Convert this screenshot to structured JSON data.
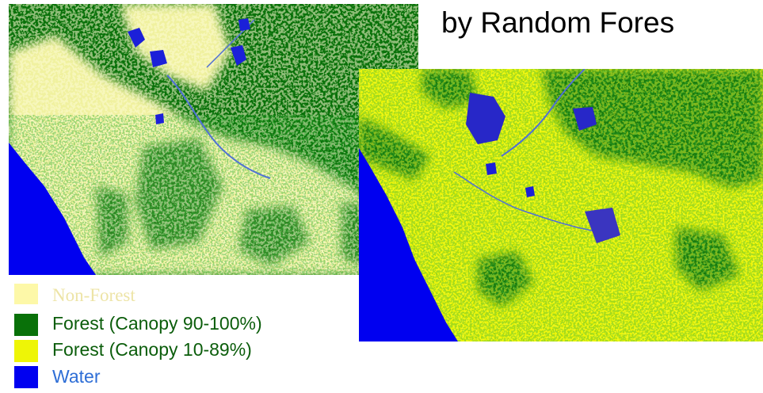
{
  "slide": {
    "title": "by Random Fores"
  },
  "colors": {
    "non_forest": "#fdf8a8",
    "forest_dense": "#097109",
    "forest_open": "#eef506",
    "water": "#0000f0"
  },
  "legend": {
    "items": [
      {
        "label": "Non-Forest",
        "color": "#fdf8a8"
      },
      {
        "label": "Forest (Canopy 90-100%)",
        "color": "#097109"
      },
      {
        "label": "Forest (Canopy 10-89%)",
        "color": "#eef506"
      },
      {
        "label": "Water",
        "color": "#0000f0"
      }
    ]
  }
}
